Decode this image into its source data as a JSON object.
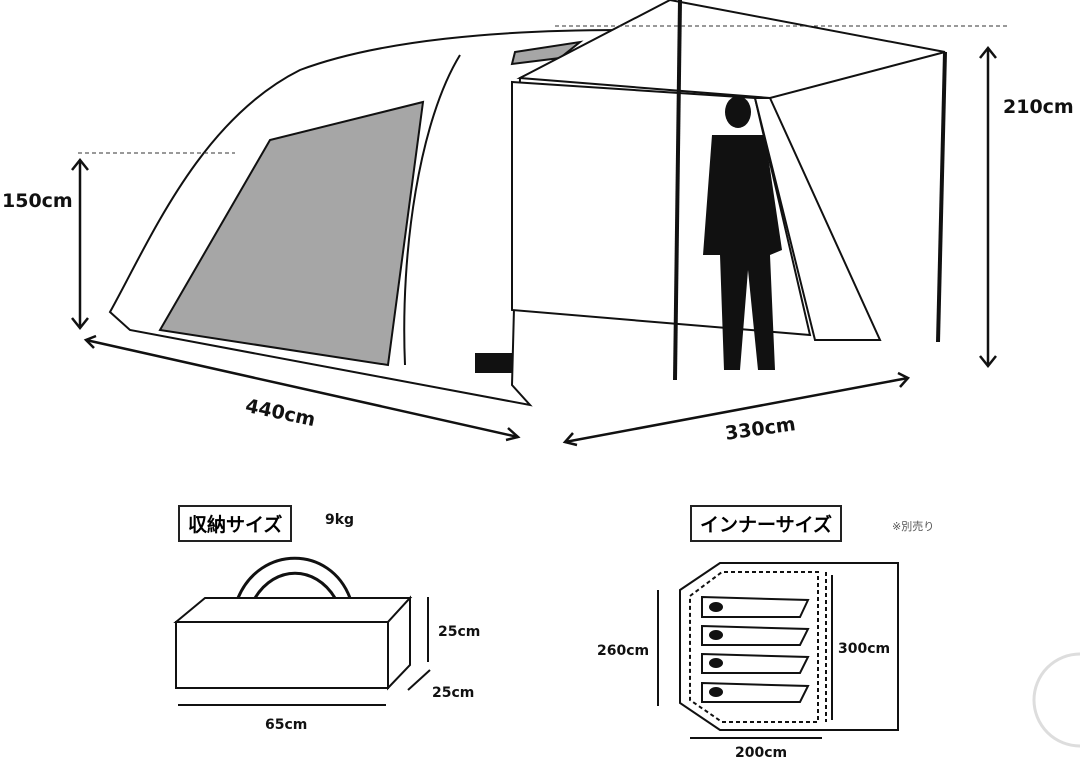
{
  "tent": {
    "height_vestibule": "150cm",
    "height_tarp": "210cm",
    "length": "440cm",
    "width_tarp": "330cm"
  },
  "storage": {
    "title": "収納サイズ",
    "weight": "9kg",
    "height": "25cm",
    "depth": "25cm",
    "width": "65cm"
  },
  "inner": {
    "title": "インナーサイズ",
    "note": "※別売り",
    "depth": "260cm",
    "height": "300cm",
    "width": "200cm"
  },
  "colors": {
    "mesh": "#a6a6a6",
    "line": "#111111"
  }
}
